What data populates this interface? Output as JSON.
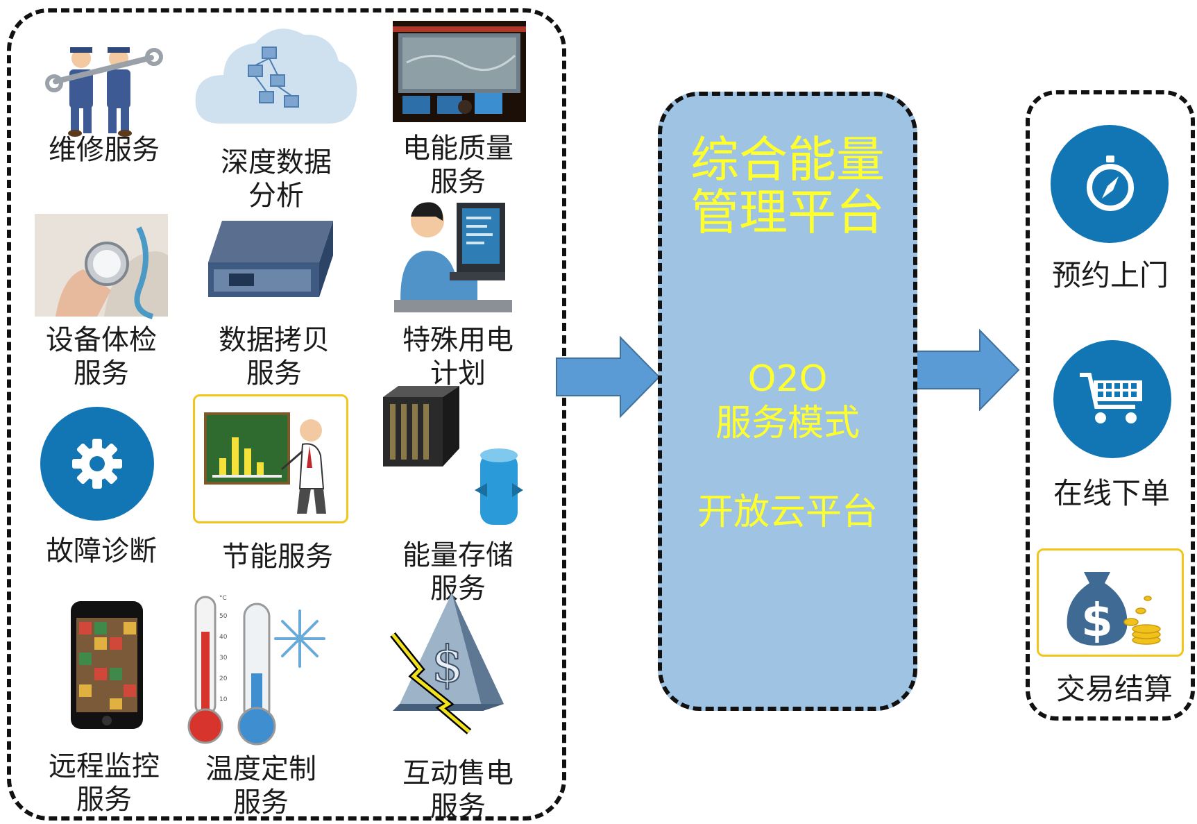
{
  "services": [
    {
      "label": "维修服务",
      "icon": "mechanics-icon"
    },
    {
      "label": "深度数据\n分析",
      "icon": "cloud-network-icon"
    },
    {
      "label": "电能质量\n服务",
      "icon": "control-room-icon"
    },
    {
      "label": "设备体检\n服务",
      "icon": "stethoscope-icon"
    },
    {
      "label": "数据拷贝\n服务",
      "icon": "server-device-icon"
    },
    {
      "label": "特殊用电\n计划",
      "icon": "operator-icon"
    },
    {
      "label": "故障诊断",
      "icon": "gear-icon"
    },
    {
      "label": "节能服务",
      "icon": "presentation-chart-icon"
    },
    {
      "label": "能量存储\n服务",
      "icon": "battery-storage-icon"
    },
    {
      "label": "远程监控\n服务",
      "icon": "smartphone-icon"
    },
    {
      "label": "温度定制\n服务",
      "icon": "thermometer-icon"
    },
    {
      "label": "互动售电\n服务",
      "icon": "dollar-pyramid-icon"
    }
  ],
  "platform": {
    "title_line1": "综合能量",
    "title_line2": "管理平台",
    "mode_line1": "O2O",
    "mode_line2": "服务模式",
    "cloud": "开放云平台"
  },
  "outcomes": [
    {
      "label": "预约上门",
      "icon": "compass-icon"
    },
    {
      "label": "在线下单",
      "icon": "shopping-cart-icon"
    },
    {
      "label": "交易结算",
      "icon": "money-bag-icon"
    }
  ],
  "colors": {
    "platform_fill": "#9fc3e2",
    "arrow": "#5b9bd5",
    "circle_blue": "#1276b5",
    "platform_text": "#ffff2e",
    "frame_gold": "#f3c419"
  }
}
